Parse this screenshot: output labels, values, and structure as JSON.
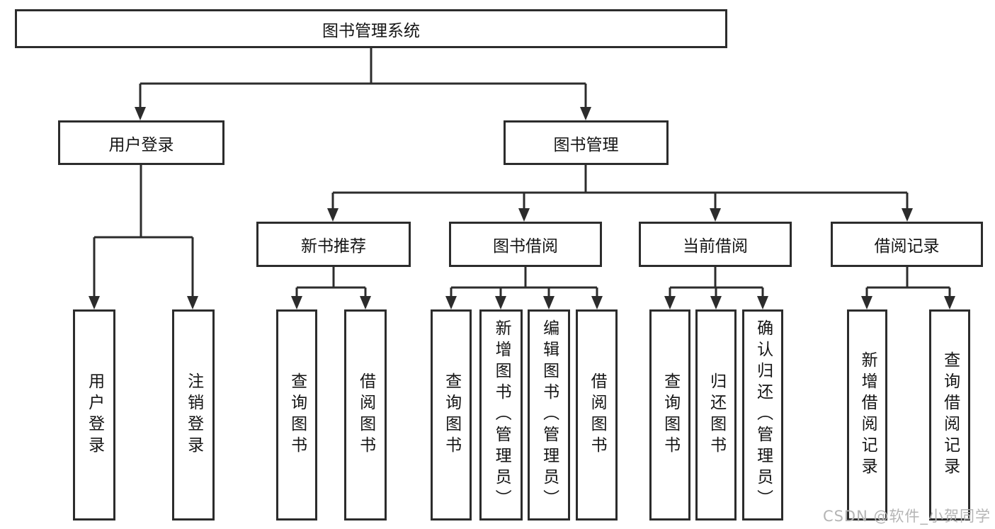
{
  "diagram_type": "function-structure-tree",
  "colors": {
    "background": "#ffffff",
    "line": "#2c2c2c",
    "node_border": "#2c2c2c",
    "node_text": "#151515",
    "watermark": "#b5b5b5"
  },
  "tree": {
    "root": {
      "label": "图书管理系统",
      "children": [
        {
          "label": "用户登录",
          "children": [
            {
              "label": "用户登录"
            },
            {
              "label": "注销登录"
            }
          ]
        },
        {
          "label": "图书管理",
          "children": [
            {
              "label": "新书推荐",
              "children": [
                {
                  "label": "查询图书"
                },
                {
                  "label": "借阅图书"
                }
              ]
            },
            {
              "label": "图书借阅",
              "children": [
                {
                  "label": "查询图书"
                },
                {
                  "label": "新增图书（管理员）"
                },
                {
                  "label": "编辑图书（管理员）"
                },
                {
                  "label": "借阅图书"
                }
              ]
            },
            {
              "label": "当前借阅",
              "children": [
                {
                  "label": "查询图书"
                },
                {
                  "label": "归还图书"
                },
                {
                  "label": "确认归还（管理员）"
                }
              ]
            },
            {
              "label": "借阅记录",
              "children": [
                {
                  "label": "新增借阅记录"
                },
                {
                  "label": "查询借阅记录"
                }
              ]
            }
          ]
        }
      ]
    }
  },
  "watermark": {
    "text": "CSDN @软件_小贺同学"
  }
}
